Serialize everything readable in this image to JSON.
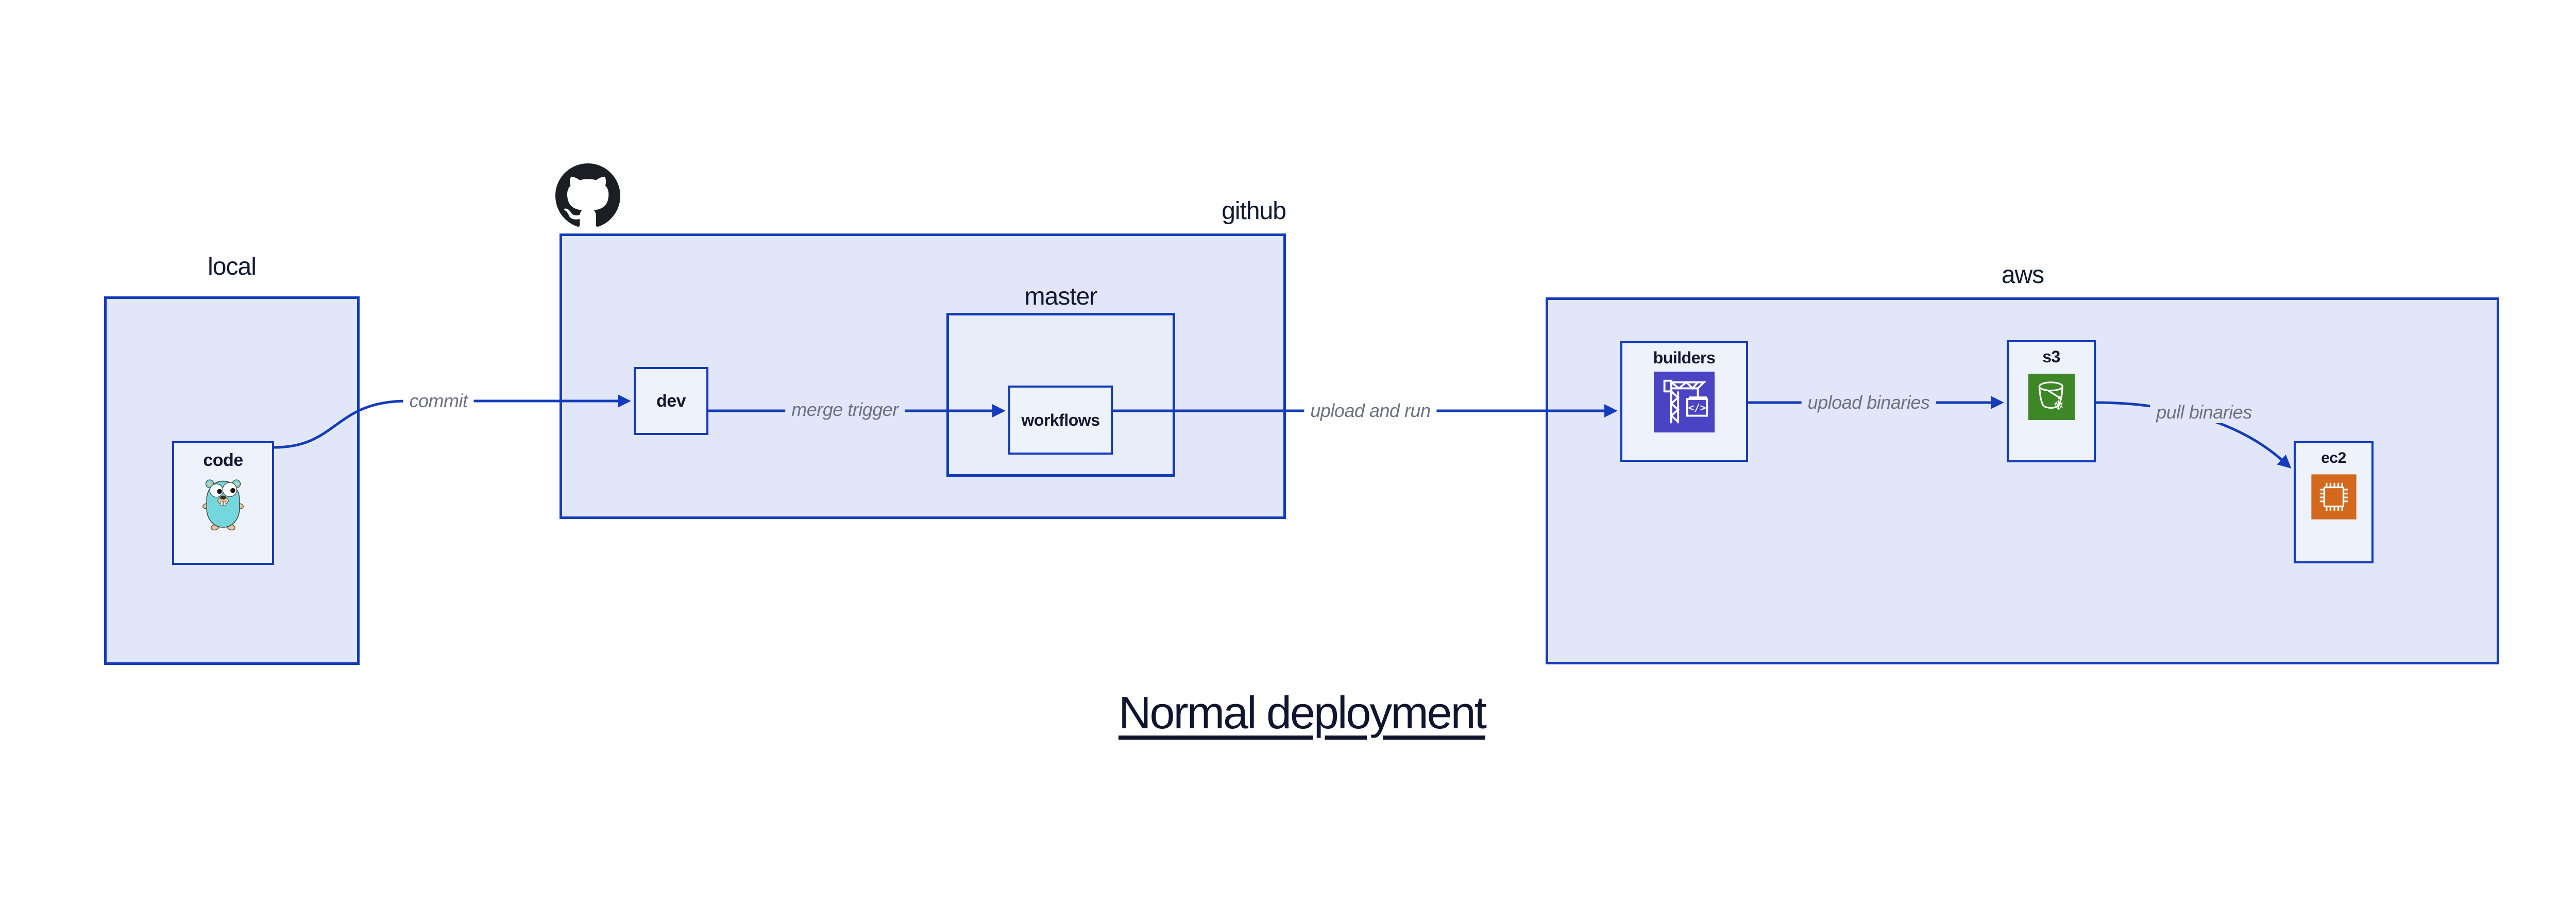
{
  "title": "Normal deployment",
  "groups": {
    "local": {
      "label": "local"
    },
    "github": {
      "label": "github"
    },
    "master": {
      "label": "master"
    },
    "aws": {
      "label": "aws"
    }
  },
  "nodes": {
    "code": {
      "label": "code"
    },
    "dev": {
      "label": "dev"
    },
    "workflows": {
      "label": "workflows"
    },
    "builders": {
      "label": "builders"
    },
    "s3": {
      "label": "s3"
    },
    "ec2": {
      "label": "ec2"
    }
  },
  "edges": {
    "commit": {
      "label": "commit"
    },
    "merge_trigger": {
      "label": "merge trigger"
    },
    "upload_and_run": {
      "label": "upload and run"
    },
    "upload_binaries": {
      "label": "upload binaries"
    },
    "pull_binaries": {
      "label": "pull binaries"
    }
  },
  "icons": {
    "github_logo": "github-octocat-logo",
    "gopher": "go-gopher-mascot",
    "codebuild": {
      "name": "aws-codebuild-crane",
      "glyph": "</>"
    },
    "s3_bucket": {
      "name": "aws-s3-bucket-snowflake",
      "glyph": "❄"
    },
    "ec2_chip": {
      "name": "aws-ec2-chip"
    }
  },
  "colors": {
    "border_blue": "#143cba",
    "group_fill": "#e1e7f9",
    "node_fill": "#eef2fc",
    "text_navy": "#111831",
    "edge_label_gray": "#6c7280",
    "codebuild_indigo": "#4a44c4",
    "s3_green": "#3d8727",
    "ec2_orange": "#d2691d",
    "gopher_teal": "#74d7de"
  }
}
